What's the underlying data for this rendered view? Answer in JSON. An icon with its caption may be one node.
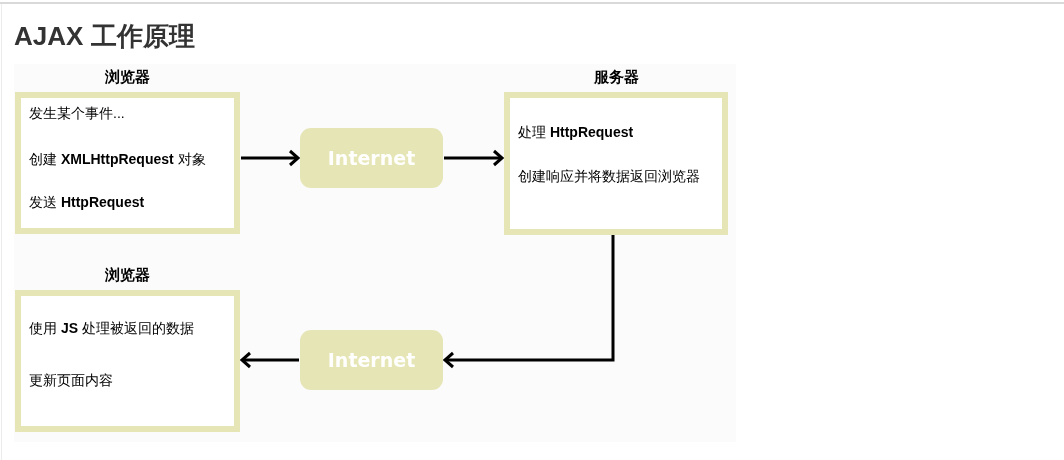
{
  "diagram": {
    "title": "AJAX 工作原理",
    "nodes": [
      {
        "text": [
          "浏览器",
          "发生某个事件...",
          "创建 **XMLHttpRequest** 对象",
          "发送 **HttpRequest**"
        ]
      },
      {
        "text": [
          "Internet"
        ]
      },
      {
        "text": [
          "服务器",
          "处理 **HttpRequest**",
          "创建响应并将数据返回浏览器"
        ]
      },
      {
        "text": [
          "浏览器",
          "使用 **JS** 处理被返回的数据",
          "更新页面内容"
        ]
      },
      {
        "text": [
          "Internet"
        ]
      }
    ],
    "edges": [
      {
        "from": 0,
        "to": 1,
        "arrow": "to"
      },
      {
        "from": 1,
        "to": 2,
        "arrow": "to"
      },
      {
        "from": 2,
        "to": 4,
        "arrow": "to"
      },
      {
        "from": 4,
        "to": 3,
        "arrow": "to"
      }
    ]
  }
}
